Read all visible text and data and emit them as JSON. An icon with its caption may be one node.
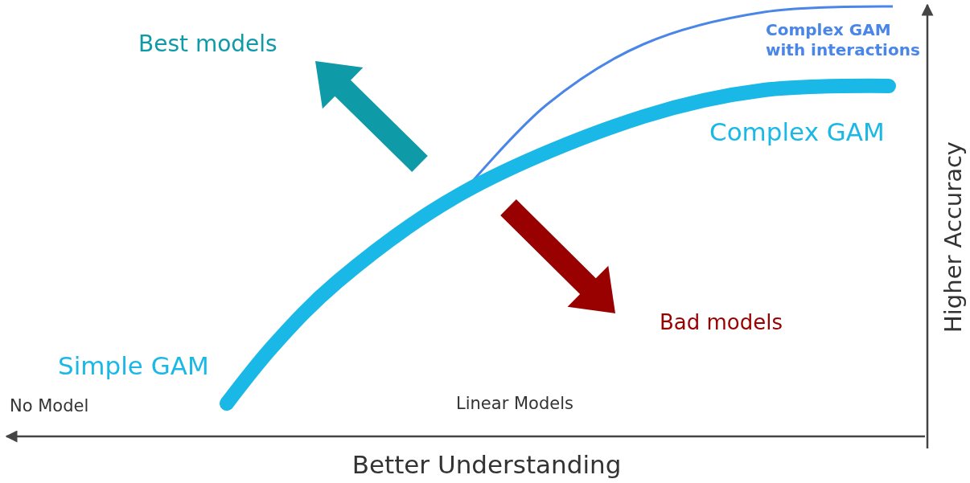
{
  "diagram": {
    "labels": [
      "Best models",
      "Complex GAM with interactions",
      "Complex GAM",
      "Higher Accuracy",
      "Bad models",
      "Simple GAM",
      "No Model",
      "Linear Models",
      "Better Understanding"
    ]
  }
}
